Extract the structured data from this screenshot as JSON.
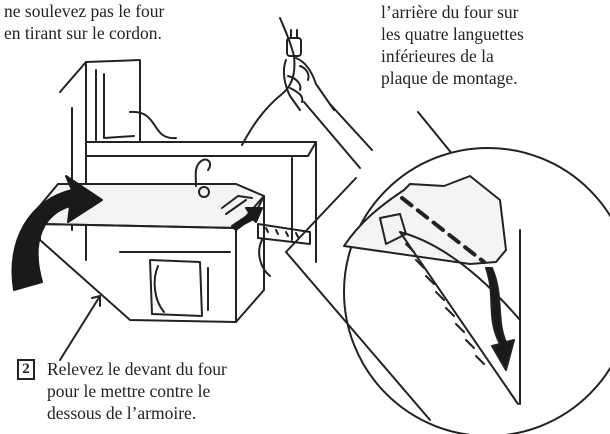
{
  "notes": {
    "top_left": [
      "ne soulevez pas le four",
      "en tirant sur le cordon."
    ],
    "top_right": [
      "l’arrière du four sur",
      "les quatre languettes",
      "inférieures de la",
      "plaque de montage."
    ]
  },
  "step": {
    "number": "2",
    "lines": [
      "Relevez le devant du four",
      "pour le mettre contre le",
      "dessous de l’armoire."
    ]
  },
  "icons": [
    "hand-icon",
    "power-plug-icon",
    "curved-arrow-icon"
  ],
  "colors": {
    "ink": "#222222",
    "background": "#ffffff"
  }
}
